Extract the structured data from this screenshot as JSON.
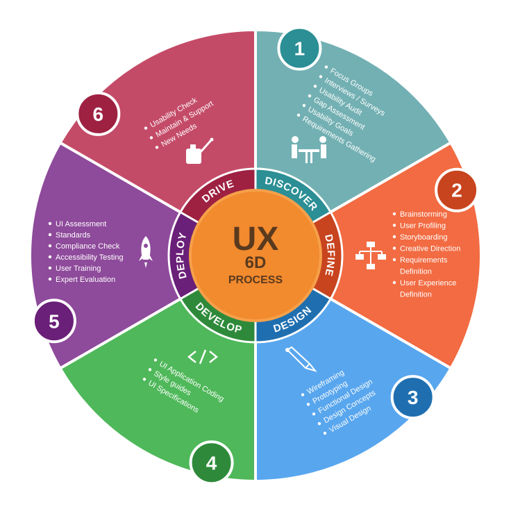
{
  "center": {
    "line1": "UX",
    "line2": "6D",
    "line3": "PROCESS"
  },
  "colors": {
    "bg": "#ffffff",
    "divider": "#ffffff",
    "center_fill": "#f28a2e",
    "center_inner": "#f6a04a",
    "center_text": "#5a3a1e"
  },
  "stages": [
    {
      "number": "1",
      "label": "DISCOVER",
      "icon": "meeting-icon",
      "color": "#73b0b3",
      "ring": "#2b8f95",
      "badge": "#2b8f95",
      "items": [
        "Focus Groups",
        "Interviews / Surveys",
        "Usability Audit",
        "Gap Assessment",
        "Usability Goals",
        "Requirements Gathering"
      ]
    },
    {
      "number": "2",
      "label": "DEFINE",
      "icon": "sitemap-icon",
      "color": "#f26b42",
      "ring": "#c8441e",
      "badge": "#c8441e",
      "items": [
        "Brainstorming",
        "User Profiling",
        "Storyboarding",
        "Creative Direction",
        "Requirements",
        "Definition",
        "User Experience",
        "Definition"
      ]
    },
    {
      "number": "3",
      "label": "DESIGN",
      "icon": "pen-icon",
      "color": "#58a6ee",
      "ring": "#1f6fb0",
      "badge": "#1f6fb0",
      "items": [
        "Wireframing",
        "Prototyping",
        "Functional Design",
        "Design Concepts",
        "Visual Design"
      ]
    },
    {
      "number": "4",
      "label": "DEVELOP",
      "icon": "code-icon",
      "color": "#4fb85a",
      "ring": "#2e8a3a",
      "badge": "#2e8a3a",
      "items": [
        "UI Application Coding",
        "Style guides",
        "UI Specifications"
      ]
    },
    {
      "number": "5",
      "label": "DEPLOY",
      "icon": "rocket-icon",
      "color": "#8e4a9b",
      "ring": "#6a1f78",
      "badge": "#6a1f78",
      "items": [
        "UI Assessment",
        "Standards",
        "Compliance Check",
        "Accessibility Testing",
        "User Training",
        "Expert Evaluation"
      ]
    },
    {
      "number": "6",
      "label": "DRIVE",
      "icon": "oil-can-icon",
      "color": "#c44b68",
      "ring": "#9e2142",
      "badge": "#9e2142",
      "items": [
        "Usability Check",
        "Maintain & Support",
        "New Needs"
      ]
    }
  ]
}
